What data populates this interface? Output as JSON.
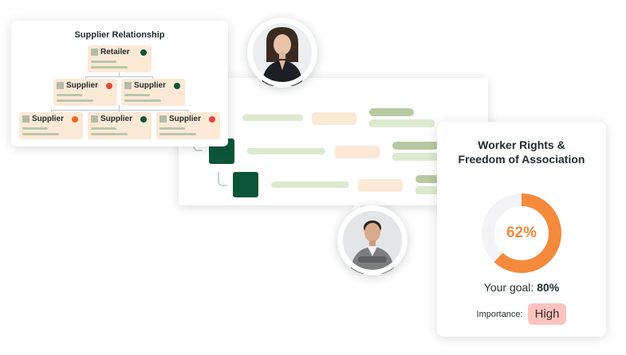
{
  "supplier_card": {
    "title": "Supplier Relationship",
    "nodes": [
      {
        "label": "Retailer",
        "status_color": "#0d5539"
      },
      {
        "label": "Supplier",
        "status_color": "#e4463e"
      },
      {
        "label": "Supplier",
        "status_color": "#0d5539"
      },
      {
        "label": "Supplier",
        "status_color": "#ef6a1c"
      },
      {
        "label": "Supplier",
        "status_color": "#0d5539"
      },
      {
        "label": "Supplier",
        "status_color": "#e4463e"
      }
    ]
  },
  "rights_card": {
    "title": "Worker Rights &\nFreedom of Association",
    "progress_label": "62%",
    "progress_fraction": 0.62,
    "goal_label": "Your goal:",
    "goal_value": "80%",
    "importance_label": "Importance:",
    "importance_value": "High"
  },
  "colors": {
    "accent_orange": "#f5893c",
    "track": "#f3f3f5",
    "dark_green": "#0d5539",
    "light_green": "#dde9cf",
    "peach": "#fbe9d6",
    "badge_red": "#fcc3bf"
  },
  "avatars": [
    {
      "icon": "woman-portrait-icon"
    },
    {
      "icon": "man-portrait-icon"
    }
  ]
}
